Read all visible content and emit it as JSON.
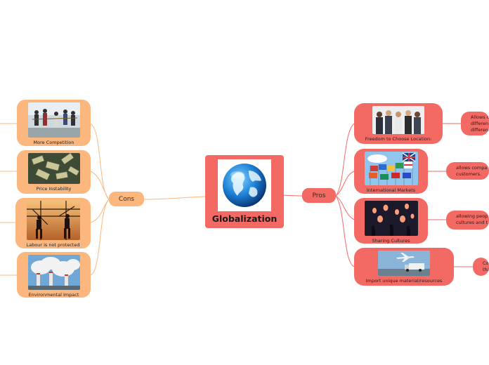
{
  "central": {
    "title": "Globalization"
  },
  "branches": {
    "cons": {
      "label": "Cons"
    },
    "pros": {
      "label": "Pros"
    }
  },
  "cons": [
    {
      "caption": "More Competition",
      "image": "people-tug-of-war-photo"
    },
    {
      "caption": "Price Instability",
      "image": "flying-banknotes-photo"
    },
    {
      "caption": "Labour is not protected",
      "image": "workers-silhouette-photo"
    },
    {
      "caption": "Environmental Impact",
      "image": "factory-smoke-photo"
    }
  ],
  "pros": [
    {
      "caption": "Freedom to Choose Location:",
      "image": "business-team-photo",
      "detail": [
        "Allows c",
        "differen",
        "differen"
      ]
    },
    {
      "caption": "International Markets",
      "image": "world-flags-photo",
      "detail": [
        "allows compa",
        "customers."
      ]
    },
    {
      "caption": "Sharing Cultures",
      "image": "sky-lanterns-photo",
      "detail": [
        "allowing peop",
        "cultures and t"
      ]
    },
    {
      "caption": "Import unique material/resources",
      "image": "plane-truck-freight-photo",
      "detail": [
        "Co",
        "tha"
      ]
    }
  ],
  "colors": {
    "central": "#f36a64",
    "pros": "#f36a64",
    "cons": "#fcb77e",
    "pros_line": "#f36a64",
    "cons_line": "#fcb77e"
  }
}
